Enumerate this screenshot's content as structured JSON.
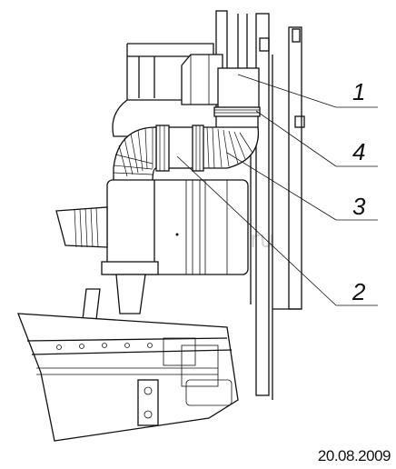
{
  "drawing": {
    "callouts": [
      {
        "id": "1",
        "label": "1"
      },
      {
        "id": "4",
        "label": "4"
      },
      {
        "id": "3",
        "label": "3"
      },
      {
        "id": "2",
        "label": "2"
      }
    ],
    "watermark": "autopiter.ru",
    "date": "20.08.2009"
  }
}
